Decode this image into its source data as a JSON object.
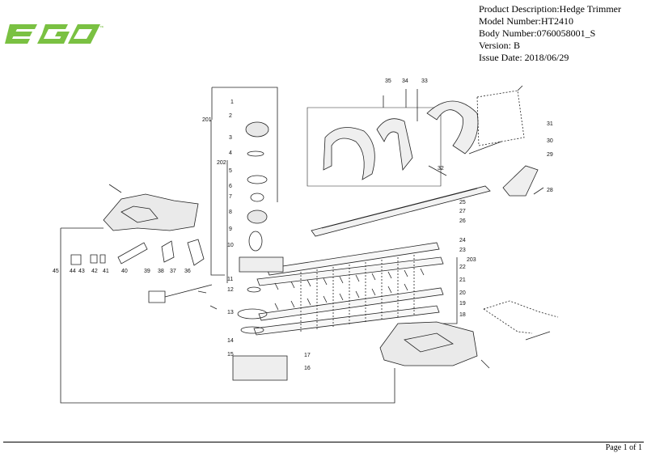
{
  "logo": {
    "text": "EGO",
    "tm": "™",
    "color": "#7ac142"
  },
  "header": {
    "product_description": "Product Description:Hedge Trimmer",
    "model_number": "Model Number:HT2410",
    "body_number": "Body Number:0760058001_S",
    "version": "Version: B",
    "issue_date": "Issue Date: 2018/06/29"
  },
  "footer": {
    "page": "Page 1 of 1"
  },
  "callouts": [
    "1",
    "2",
    "3",
    "4",
    "5",
    "6",
    "7",
    "8",
    "9",
    "10",
    "11",
    "12",
    "13",
    "14",
    "15",
    "16",
    "17",
    "18",
    "19",
    "20",
    "21",
    "22",
    "23",
    "24",
    "25",
    "26",
    "27",
    "28",
    "29",
    "30",
    "31",
    "32",
    "33",
    "34",
    "35",
    "36",
    "37",
    "38",
    "39",
    "40",
    "41",
    "42",
    "43",
    "44",
    "45",
    "201",
    "202",
    "203"
  ]
}
